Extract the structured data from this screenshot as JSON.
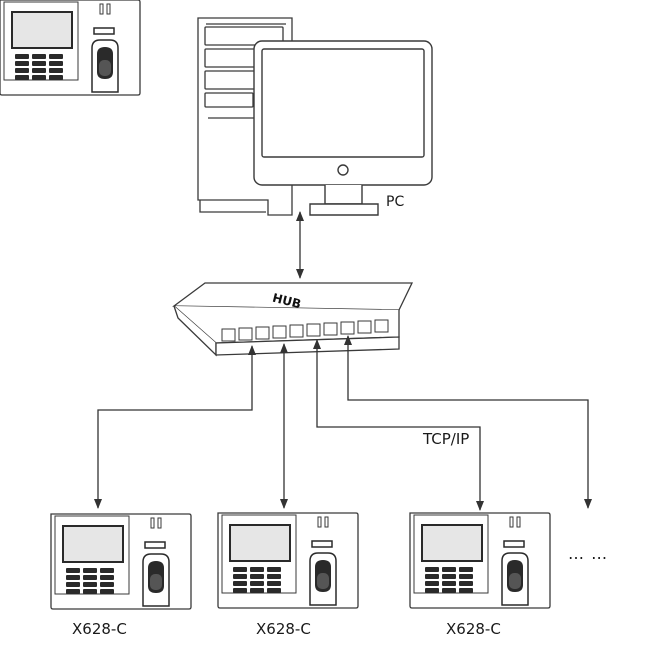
{
  "pc": {
    "label": "PC"
  },
  "hub": {
    "label": "HUB"
  },
  "link": {
    "protocol_label": "TCP/IP"
  },
  "devices": [
    {
      "label": "X628-C"
    },
    {
      "label": "X628-C"
    },
    {
      "label": "X628-C"
    }
  ],
  "more_devices": {
    "label": "… …"
  },
  "colors": {
    "line": "#333333",
    "stroke": "#3a3a3a",
    "screen": "#e6e6e6",
    "dark": "#2a2a2a"
  }
}
